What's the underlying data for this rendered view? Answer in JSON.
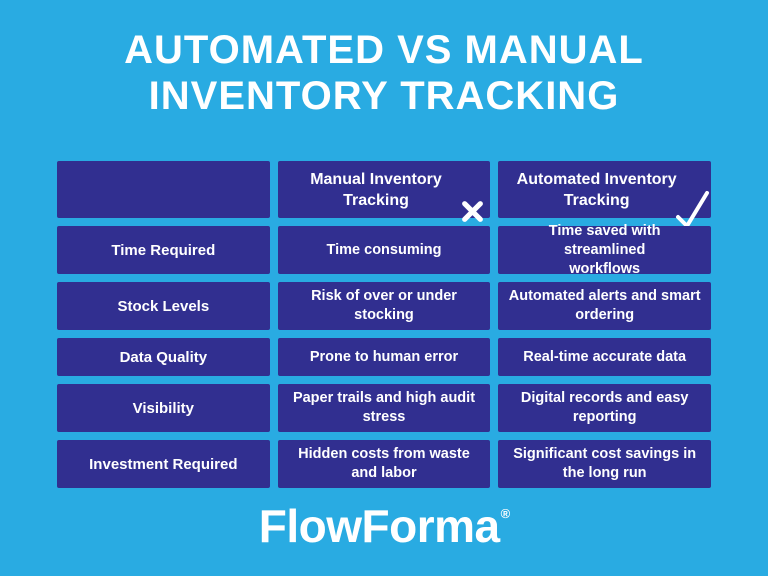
{
  "title": {
    "text": "AUTOMATED VS MANUAL\nINVENTORY TRACKING"
  },
  "table": {
    "header": {
      "feature_col": "",
      "manual_label": "Manual Inventory\nTracking",
      "manual_icon": "x-mark-icon",
      "automated_label": "Automated Inventory\nTracking",
      "automated_icon": "check-mark-icon"
    },
    "rows": [
      {
        "feature": "Time Required",
        "manual": "Time consuming",
        "automated": "Time saved with streamlined\nworkflows"
      },
      {
        "feature": "Stock Levels",
        "manual": "Risk of over or under\nstocking",
        "automated": "Automated alerts and smart\nordering"
      },
      {
        "feature": "Data Quality",
        "manual": "Prone to human error",
        "automated": "Real-time accurate data"
      },
      {
        "feature": "Visibility",
        "manual": "Paper trails and high audit\nstress",
        "automated": "Digital records and easy\nreporting"
      },
      {
        "feature": "Investment Required",
        "manual": "Hidden costs from waste\nand labor",
        "automated": "Significant cost savings in\nthe long run"
      }
    ]
  },
  "footer": {
    "brand": "FlowForma",
    "registered_mark": "®"
  },
  "colors": {
    "background": "#29ABE2",
    "cell": "#312F90",
    "text": "#FFFFFF"
  }
}
